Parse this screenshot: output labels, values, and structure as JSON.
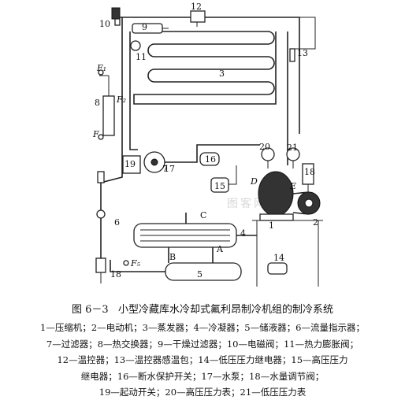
{
  "figure": {
    "number": "图 6－3",
    "title": "小型冷藏库水冷却式氟利昂制冷机组的制冷系统",
    "watermark": "图客网"
  },
  "labels": {
    "n1": "1",
    "n2": "2",
    "n3": "3",
    "n4": "4",
    "n5": "5",
    "n6": "6",
    "n7": "7",
    "n8": "8",
    "n9": "9",
    "n10": "10",
    "n11": "11",
    "n12": "12",
    "n13": "13",
    "n14": "14",
    "n15": "15",
    "n16": "16",
    "n17": "17",
    "n18a": "18",
    "n18b": "18",
    "n19": "19",
    "n20": "20",
    "n21": "21",
    "f1": "F₁",
    "f2": "F₂",
    "f3": "F",
    "fs": "F₅",
    "a": "A",
    "b": "B",
    "c": "C",
    "d": "D",
    "e": "E"
  },
  "legend_lines": [
    "1—压缩机；2—电动机；3—蒸发器；4—冷凝器；5—储液器；6—流量指示器；",
    "7—过滤器；8—热交换器；9—干燥过滤器；10—电磁阀；11—热力膨胀阀；",
    "12—温控器；13—温控器感温包；14—低压压力继电器；15—高压压力",
    "继电器；16—断水保护开关；17—水泵；18—水量调节阀；",
    "19—起动开关；20—高压压力表；21—低压压力表"
  ]
}
